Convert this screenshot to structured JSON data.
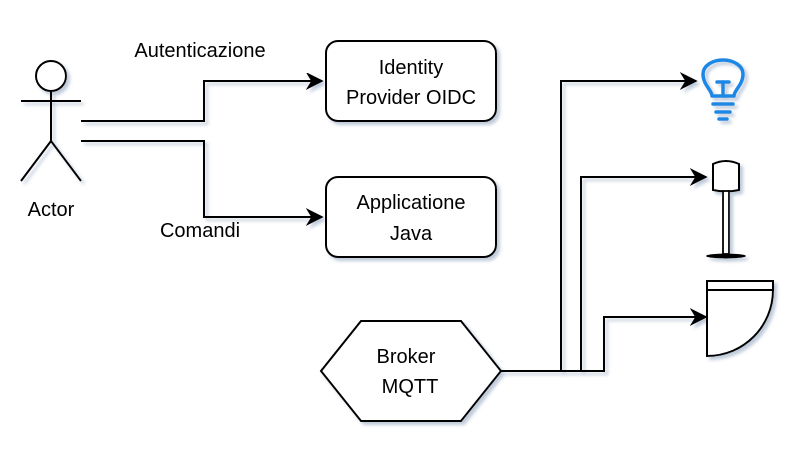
{
  "actor": {
    "label": "Actor"
  },
  "edges": {
    "auth_label": "Autenticazione",
    "commands_label": "Comandi"
  },
  "nodes": {
    "identity_provider": {
      "line1": "Identity",
      "line2": "Provider OIDC"
    },
    "java_app": {
      "line1": "Applicatione",
      "line2": "Java"
    },
    "broker": {
      "line1": "Broker",
      "line2": "MQTT"
    }
  },
  "devices": [
    {
      "icon": "lightbulb-icon",
      "color": "#1e88e5"
    },
    {
      "icon": "floor-lamp-icon"
    },
    {
      "icon": "blind-icon"
    }
  ],
  "colors": {
    "stroke": "#000000",
    "bulb": "#1e88e5",
    "shadow": "#b8c4d6"
  }
}
